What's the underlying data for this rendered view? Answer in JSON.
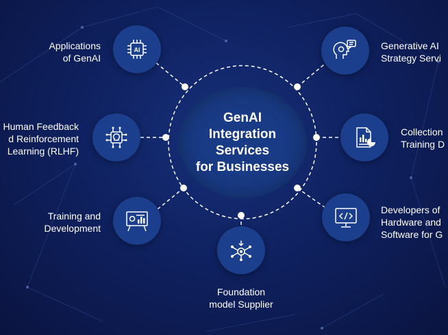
{
  "hub": {
    "title_lines": [
      "GenAI",
      "Integration",
      "Services",
      "for Businesses"
    ]
  },
  "services": [
    {
      "id": "applications",
      "icon": "ai-chip-icon",
      "lines": [
        "Applications",
        "of GenAI"
      ]
    },
    {
      "id": "rlhf",
      "icon": "bulb-circuit-icon",
      "lines": [
        "Human Feedback",
        "d Reinforcement",
        "Learning (RLHF)"
      ]
    },
    {
      "id": "training",
      "icon": "presentation-board-icon",
      "lines": [
        "Training and",
        "Development"
      ]
    },
    {
      "id": "foundation",
      "icon": "gear-network-icon",
      "lines": [
        "Foundation",
        "model Supplier"
      ]
    },
    {
      "id": "developers",
      "icon": "code-monitor-icon",
      "lines": [
        "Developers of",
        "Hardware and",
        "Software for G"
      ]
    },
    {
      "id": "collection",
      "icon": "report-chart-icon",
      "lines": [
        "Collection",
        "Training D"
      ]
    },
    {
      "id": "strategy",
      "icon": "head-gear-chat-icon",
      "lines": [
        "Generative AI",
        "Strategy Servi"
      ]
    }
  ],
  "colors": {
    "background": "#0f2160",
    "hub": "#193a84",
    "node": "#1b3f8c",
    "line": "#ffffff"
  }
}
